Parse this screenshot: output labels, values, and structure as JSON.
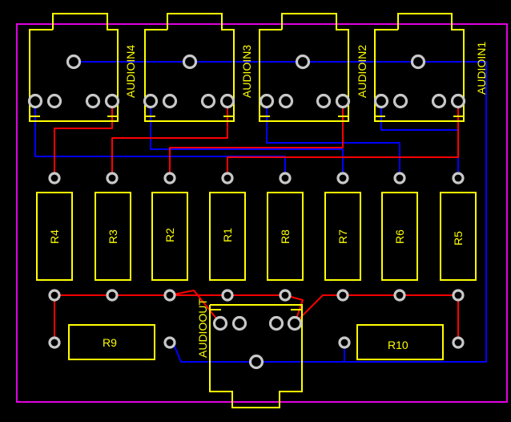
{
  "board": {
    "colors": {
      "background": "#000000",
      "outline": "#e100e1",
      "silkscreen": "#ffff00",
      "trace_top": "#ff0000",
      "trace_bottom": "#0000ff",
      "pad": "#c8c8c8"
    }
  },
  "labels": {
    "audioin4": "AUDIOIN4",
    "audioin3": "AUDIOIN3",
    "audioin2": "AUDIOIN2",
    "audioin1": "AUDIOIN1",
    "audioout": "AUDIOOUT",
    "r1": "R1",
    "r2": "R2",
    "r3": "R3",
    "r4": "R4",
    "r5": "R5",
    "r6": "R6",
    "r7": "R7",
    "r8": "R8",
    "r9": "R9",
    "r10": "R10"
  }
}
